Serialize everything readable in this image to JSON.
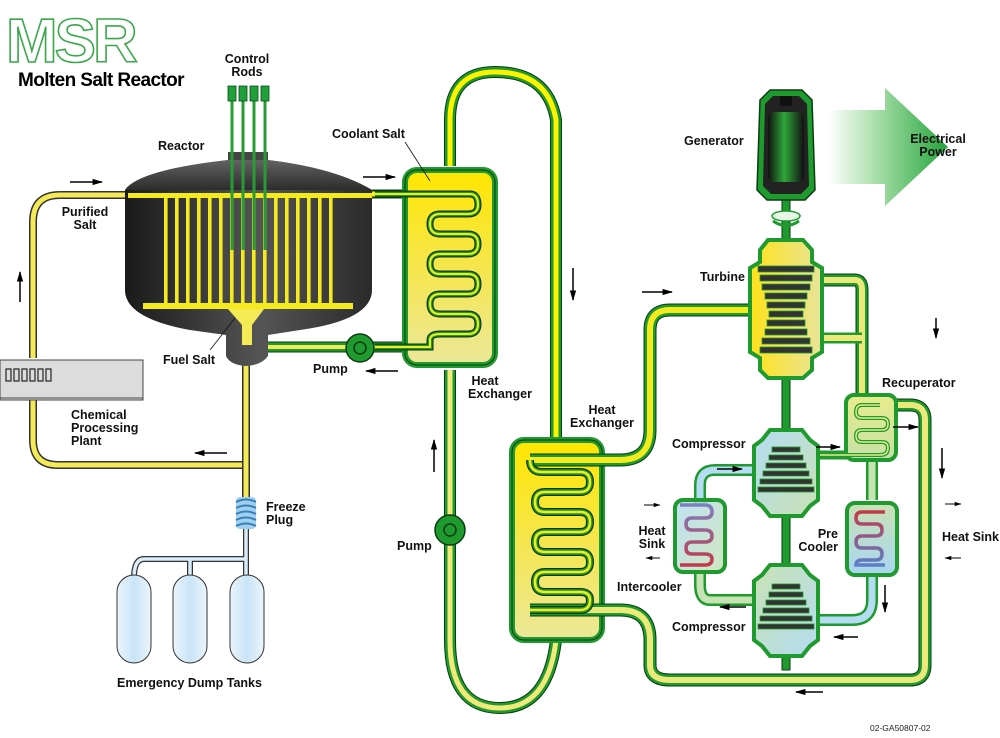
{
  "title": {
    "acronym": "MSR",
    "subtitle": "Molten Salt Reactor"
  },
  "colors": {
    "fuel_salt": "#f4ea1e",
    "coolant_green": "#1f9a2e",
    "dark_outline": "#0b3b12",
    "reactor_vessel": "#333333",
    "heat_sink_cold": "#6f8fcf",
    "heat_sink_hot": "#c8384a",
    "gas_blue": "#bfe0f2",
    "tank_blue": "#d8ecfa"
  },
  "labels": {
    "control_rods": [
      "Control",
      "Rods"
    ],
    "reactor": "Reactor",
    "coolant_salt": "Coolant Salt",
    "purified_salt": [
      "Purified",
      "Salt"
    ],
    "fuel_salt": "Fuel Salt",
    "pump_primary": "Pump",
    "heat_exchanger_1": [
      "Heat",
      "Exchanger"
    ],
    "heat_exchanger_2": [
      "Heat",
      "Exchanger"
    ],
    "pump_secondary": "Pump",
    "chemical_processing_plant": [
      "Chemical",
      "Processing",
      "Plant"
    ],
    "freeze_plug": [
      "Freeze",
      "Plug"
    ],
    "emergency_dump_tanks": "Emergency Dump Tanks",
    "generator": "Generator",
    "electrical_power": [
      "Electrical",
      "Power"
    ],
    "turbine": "Turbine",
    "recuperator": "Recuperator",
    "compressor_upper": "Compressor",
    "compressor_lower": "Compressor",
    "heat_sink_left": [
      "Heat",
      "Sink"
    ],
    "intercooler": "Intercooler",
    "pre_cooler": [
      "Pre",
      "Cooler"
    ],
    "heat_sink_right": "Heat Sink"
  },
  "figure_id": "02-GA50807-02"
}
